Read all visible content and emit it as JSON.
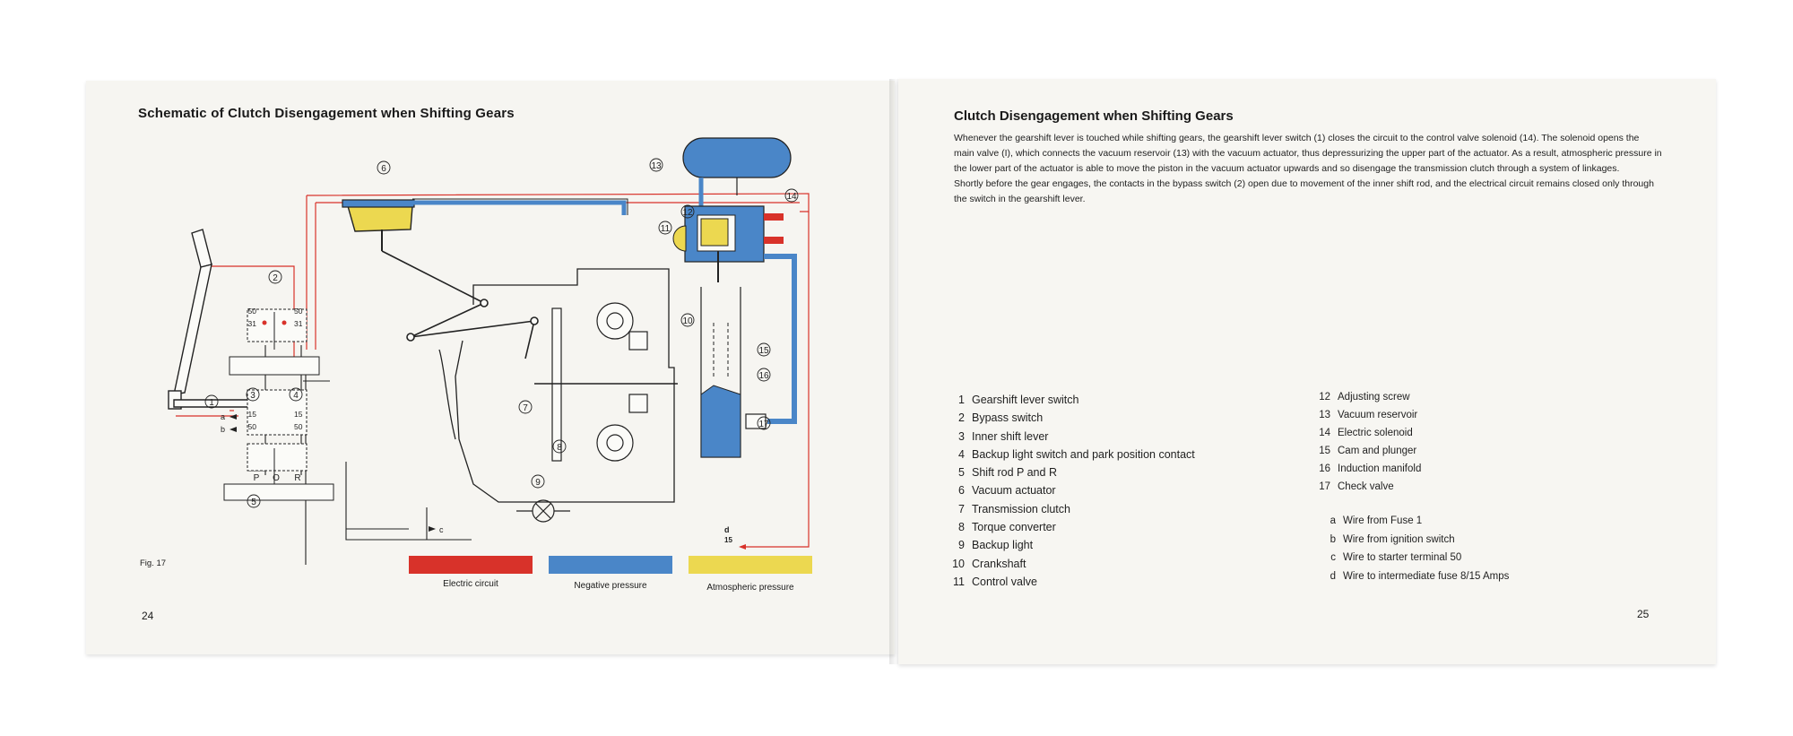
{
  "left_page": {
    "title": "Schematic of Clutch Disengagement when Shifting Gears",
    "figure_label": "Fig. 17",
    "page_number": "24",
    "diagram": {
      "callouts": [
        "1",
        "2",
        "3",
        "4",
        "5",
        "6",
        "7",
        "8",
        "9",
        "10",
        "11",
        "12",
        "13",
        "14",
        "15",
        "16",
        "17"
      ],
      "wire_letters": [
        "a",
        "b",
        "c",
        "d"
      ],
      "terminal_labels": [
        "50",
        "50",
        "31",
        "31",
        "15",
        "15",
        "50",
        "50",
        "15"
      ],
      "selector_labels": [
        "P",
        "O",
        "R"
      ]
    },
    "key": [
      {
        "label": "Electric circuit",
        "color": "#d8322a"
      },
      {
        "label": "Negative pressure",
        "color": "#4a86c8"
      },
      {
        "label": "Atmospheric pressure",
        "color": "#ecd850"
      }
    ]
  },
  "right_page": {
    "title": "Clutch Disengagement when Shifting Gears",
    "paragraphs": [
      "Whenever the gearshift lever is touched while shifting gears, the gearshift lever switch (1) closes the circuit to the control valve solenoid (14). The solenoid opens the main valve (I), which connects the vacuum reservoir (13) with the vacuum actuator, thus depressurizing the upper part of the actuator. As a result, atmospheric pressure in the lower part of the actuator is able to move the piston in the vacuum actuator upwards and so disengage the transmission clutch through a system of linkages.",
      "Shortly before the gear engages, the contacts in the bypass switch (2) open due to movement of the inner shift rod, and the electrical circuit remains closed only through the switch in the gearshift lever."
    ],
    "legend_left": [
      {
        "num": "1",
        "text": "Gearshift lever switch"
      },
      {
        "num": "2",
        "text": "Bypass switch"
      },
      {
        "num": "3",
        "text": "Inner shift lever"
      },
      {
        "num": "4",
        "text": "Backup light switch and park position contact"
      },
      {
        "num": "5",
        "text": "Shift rod P and R"
      },
      {
        "num": "6",
        "text": "Vacuum actuator"
      },
      {
        "num": "7",
        "text": "Transmission clutch"
      },
      {
        "num": "8",
        "text": "Torque converter"
      },
      {
        "num": "9",
        "text": "Backup light"
      },
      {
        "num": "10",
        "text": "Crankshaft"
      },
      {
        "num": "11",
        "text": "Control valve"
      }
    ],
    "legend_right": [
      {
        "num": "12",
        "text": "Adjusting screw"
      },
      {
        "num": "13",
        "text": "Vacuum reservoir"
      },
      {
        "num": "14",
        "text": "Electric solenoid"
      },
      {
        "num": "15",
        "text": "Cam and plunger"
      },
      {
        "num": "16",
        "text": "Induction manifold"
      },
      {
        "num": "17",
        "text": "Check valve"
      }
    ],
    "wires": [
      {
        "letter": "a",
        "text": "Wire from Fuse 1"
      },
      {
        "letter": "b",
        "text": "Wire from ignition switch"
      },
      {
        "letter": "c",
        "text": "Wire to starter terminal 50"
      },
      {
        "letter": "d",
        "text": "Wire to intermediate fuse 8/15 Amps"
      }
    ],
    "page_number": "25"
  }
}
